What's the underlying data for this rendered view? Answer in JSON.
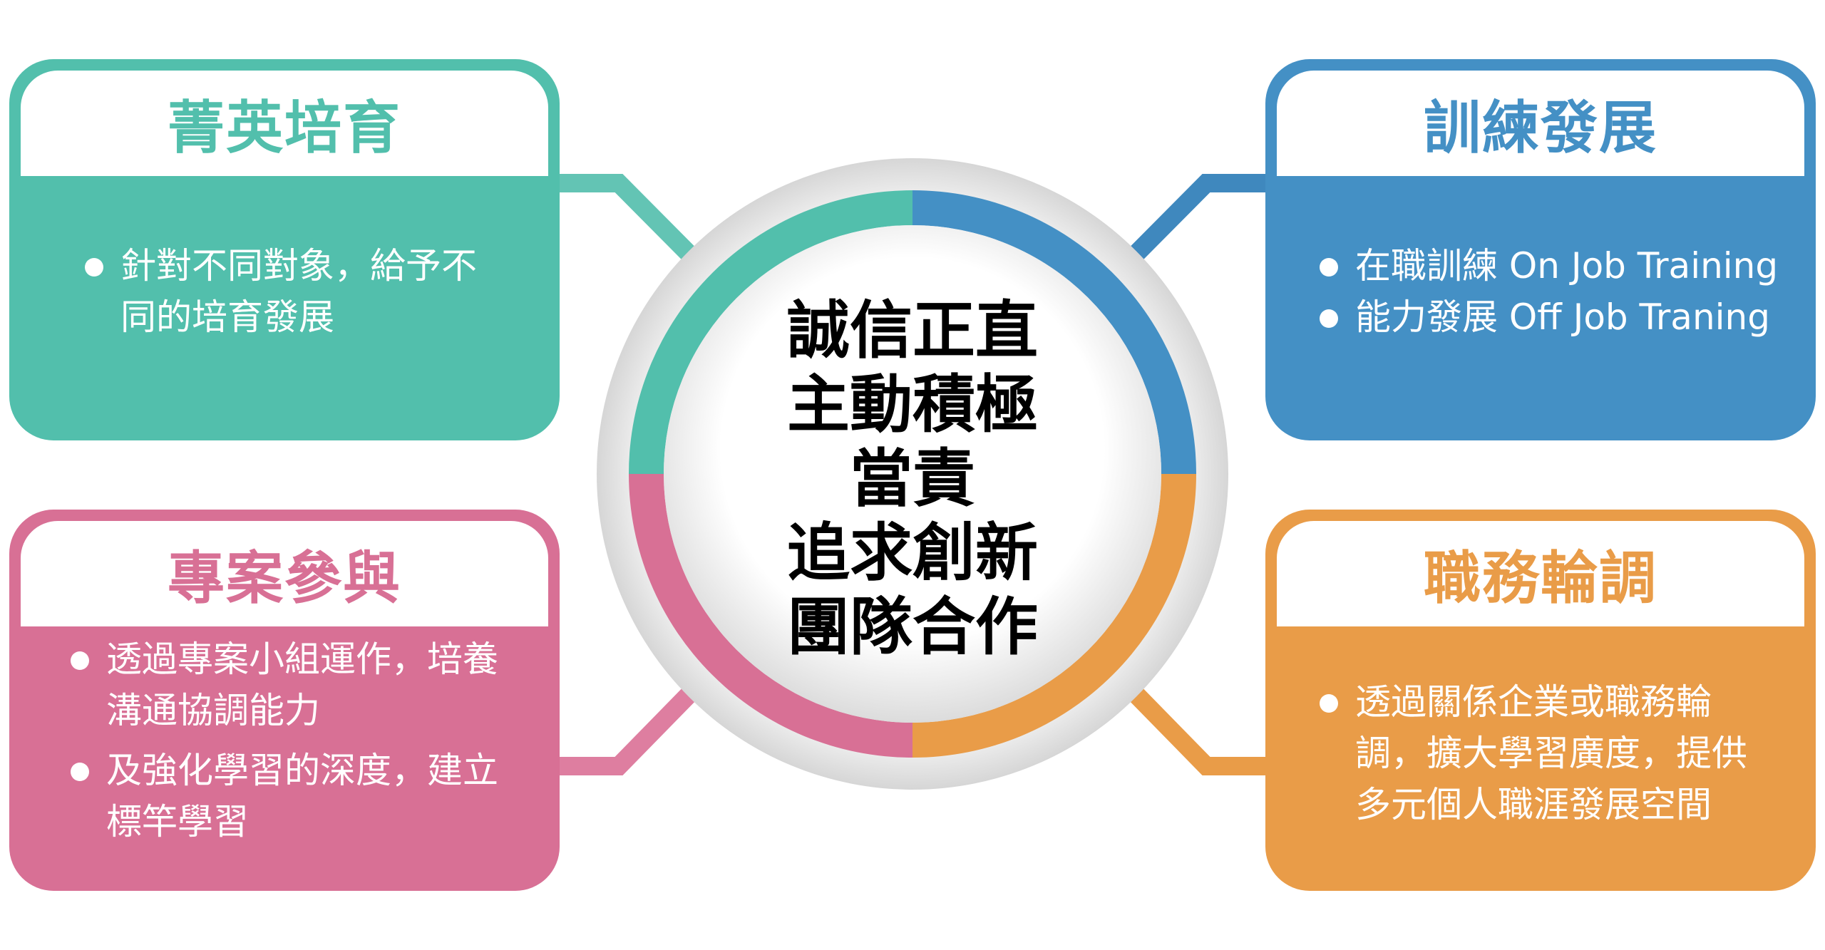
{
  "center": {
    "values": [
      "誠信正直",
      "主動積極",
      "當責",
      "追求創新",
      "團隊合作"
    ]
  },
  "cards": {
    "elite": {
      "title": "菁英培育",
      "color": "#52BFAC",
      "items": [
        "針對不同對象，給予不同的培育發展"
      ]
    },
    "training": {
      "title": "訓練發展",
      "color": "#4490C5",
      "items": [
        "在職訓練 On Job Training",
        "能力發展 Off Job Traning"
      ]
    },
    "project": {
      "title": "專案參與",
      "color": "#D87095",
      "items": [
        "透過專案小組運作，培養溝通協調能力",
        "及強化學習的深度，建立標竿學習"
      ]
    },
    "rotation": {
      "title": "職務輪調",
      "color": "#E99C48",
      "items": [
        "透過關係企業或職務輪調，擴大學習廣度，提供多元個人職涯發展空間"
      ]
    }
  }
}
